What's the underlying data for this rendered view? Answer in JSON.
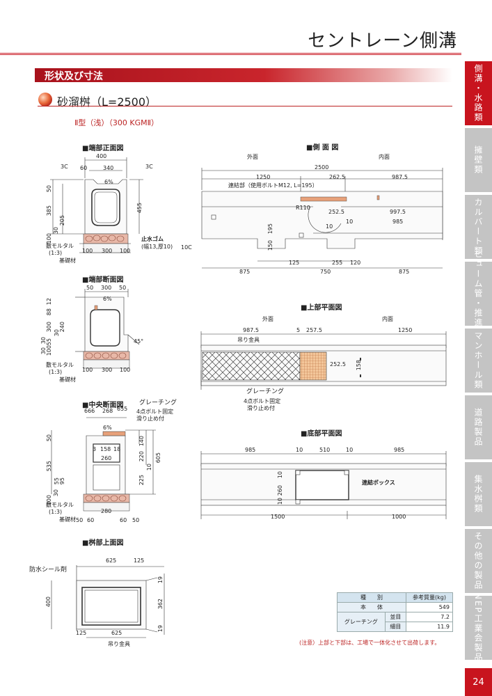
{
  "header": {
    "title": "セントレーン側溝"
  },
  "section": {
    "title": "形状及び寸法"
  },
  "subsection": {
    "title": "砂溜桝（L=2500）",
    "type_label": "Ⅱ型（浅）（300 KGMⅡ）"
  },
  "side_tabs": [
    {
      "label": "側溝・水路類",
      "active": true
    },
    {
      "label": "擁壁類",
      "active": false
    },
    {
      "label": "カルバート類",
      "active": false
    },
    {
      "label": "ヒューム管・推進管",
      "active": false
    },
    {
      "label": "マンホール類",
      "active": false
    },
    {
      "label": "道路製品",
      "active": false
    },
    {
      "label": "集水桝類",
      "active": false
    },
    {
      "label": "その他の製品",
      "active": false
    },
    {
      "label": "NEP工業会製品",
      "active": false
    }
  ],
  "page_number": "24",
  "figures": {
    "end_front": {
      "caption": "■端部正面図",
      "labels": [
        "400",
        "3C",
        "60",
        "340",
        "3C",
        "6%",
        "50",
        "385",
        "455",
        "205",
        "100",
        "30",
        "100",
        "300",
        "100"
      ],
      "callouts": [
        "止水ゴム",
        "(幅13,厚10)",
        "敷モルタル",
        "(1:3)",
        "基礎材"
      ]
    },
    "end_section": {
      "caption": "■端部断面図",
      "labels": [
        "50",
        "300",
        "50",
        "6%",
        "12",
        "88",
        "300",
        "240",
        "30",
        "30",
        "100",
        "55",
        "30",
        "45°",
        "100",
        "300",
        "100"
      ],
      "callouts": [
        "敷モルタル",
        "(1:3)",
        "基礎材"
      ]
    },
    "center_section": {
      "caption": "■中央断面図",
      "labels": [
        "666",
        "268",
        "655",
        "6%",
        "50",
        "3",
        "158",
        "18",
        "260",
        "140",
        "220",
        "10",
        "605",
        "535",
        "225",
        "55",
        "95",
        "100",
        "30",
        "280",
        "50",
        "60",
        "60",
        "50"
      ],
      "callouts": [
        "グレーチング",
        "4点ボルト固定",
        "滑り止め付",
        "敷モルタル",
        "(1:3)",
        "基礎材"
      ]
    },
    "basin_top": {
      "caption": "■桝部上面図",
      "labels": [
        "625",
        "125",
        "19",
        "400",
        "362",
        "19",
        "125",
        "625"
      ],
      "callouts": [
        "防水シール剤",
        "吊り金具"
      ]
    },
    "side": {
      "caption": "■側 面 図",
      "labels": [
        "外面",
        "内面",
        "2500",
        "1250",
        "262.5",
        "987.5",
        "R110",
        "252.5",
        "997.5",
        "10",
        "985",
        "195",
        "150",
        "10",
        "10C",
        "125",
        "255",
        "120",
        "875",
        "750",
        "875"
      ],
      "callouts": [
        "連結部（使用ボルトM12, L=195）"
      ]
    },
    "top_plan": {
      "caption": "■上部平面図",
      "labels": [
        "外面",
        "内面",
        "987.5",
        "5",
        "257.5",
        "1250",
        "252.5",
        "158"
      ],
      "callouts": [
        "吊り金具",
        "グレーチング",
        "4点ボルト固定",
        "滑り止め付"
      ]
    },
    "bottom_plan": {
      "caption": "■底部平面図",
      "labels": [
        "985",
        "10",
        "510",
        "10",
        "985",
        "10",
        "260",
        "10",
        "1500",
        "1000"
      ],
      "callouts": [
        "連結ボックス"
      ]
    }
  },
  "weight_table": {
    "header": [
      "種　　別",
      "参考質量(kg)"
    ],
    "rows": [
      {
        "name": "本　　体",
        "sub": "",
        "value": "549"
      },
      {
        "name": "グレーチング",
        "sub": "並目",
        "value": "7.2"
      },
      {
        "name": "",
        "sub": "細目",
        "value": "11.9"
      }
    ]
  },
  "note": "(注意）上部と下部は、工場で一体化させて出荷します。",
  "colors": {
    "accent": "#c8141e",
    "tab_inactive": "#c4c4c4",
    "mortar": "#e8b8a8",
    "grating": "#e7a17a"
  }
}
